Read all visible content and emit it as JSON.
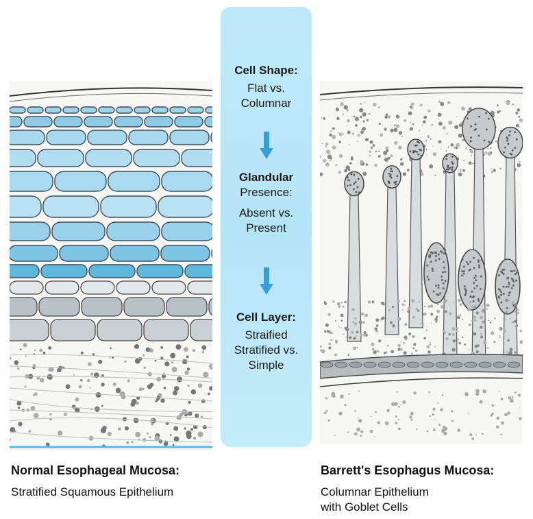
{
  "comparison": [
    {
      "heading": "Cell Shape:",
      "value_lines": [
        "Flat vs.",
        "Columnar"
      ]
    },
    {
      "heading": "Glandular",
      "value_lines": [
        "Presence:",
        "Absent vs.",
        "Present"
      ]
    },
    {
      "heading": "Cell Layer:",
      "value_lines": [
        "Straified",
        "Stratified vs.",
        "Simple"
      ]
    }
  ],
  "left": {
    "title": "Normal Esophageal Mucosa:",
    "subtitle": "Stratified Squamous Epithelium"
  },
  "right": {
    "title": "Barrett's Esophagus Mucosa:",
    "subtitle_line1": "Columnar Epithelium",
    "subtitle_line2": "with Goblet Cells"
  },
  "colors": {
    "squamous_blue": "#5fb8dc",
    "center_panel": "#bfe9f8",
    "arrow": "#3a9ed6"
  }
}
